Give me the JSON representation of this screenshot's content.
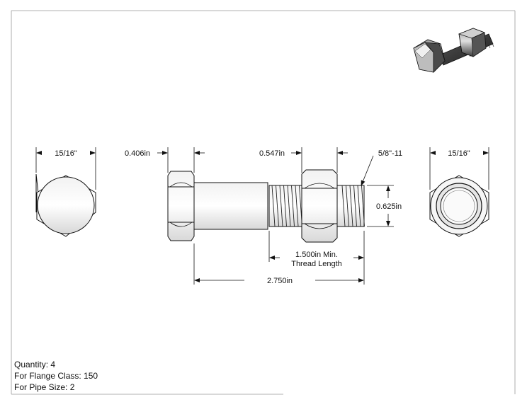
{
  "dimensions": {
    "head_width": "15/16\"",
    "head_height": "0.406in",
    "nut_height": "0.547in",
    "thread_spec": "5/8\"-11",
    "nut_width": "15/16\"",
    "diameter": "0.625in",
    "thread_length_line1": "1.500in Min.",
    "thread_length_line2": "Thread Length",
    "overall_length": "2.750in"
  },
  "notes": {
    "quantity": "Quantity:  4",
    "flange_class": "For Flange Class: 150",
    "pipe_size": "For Pipe Size: 2"
  }
}
